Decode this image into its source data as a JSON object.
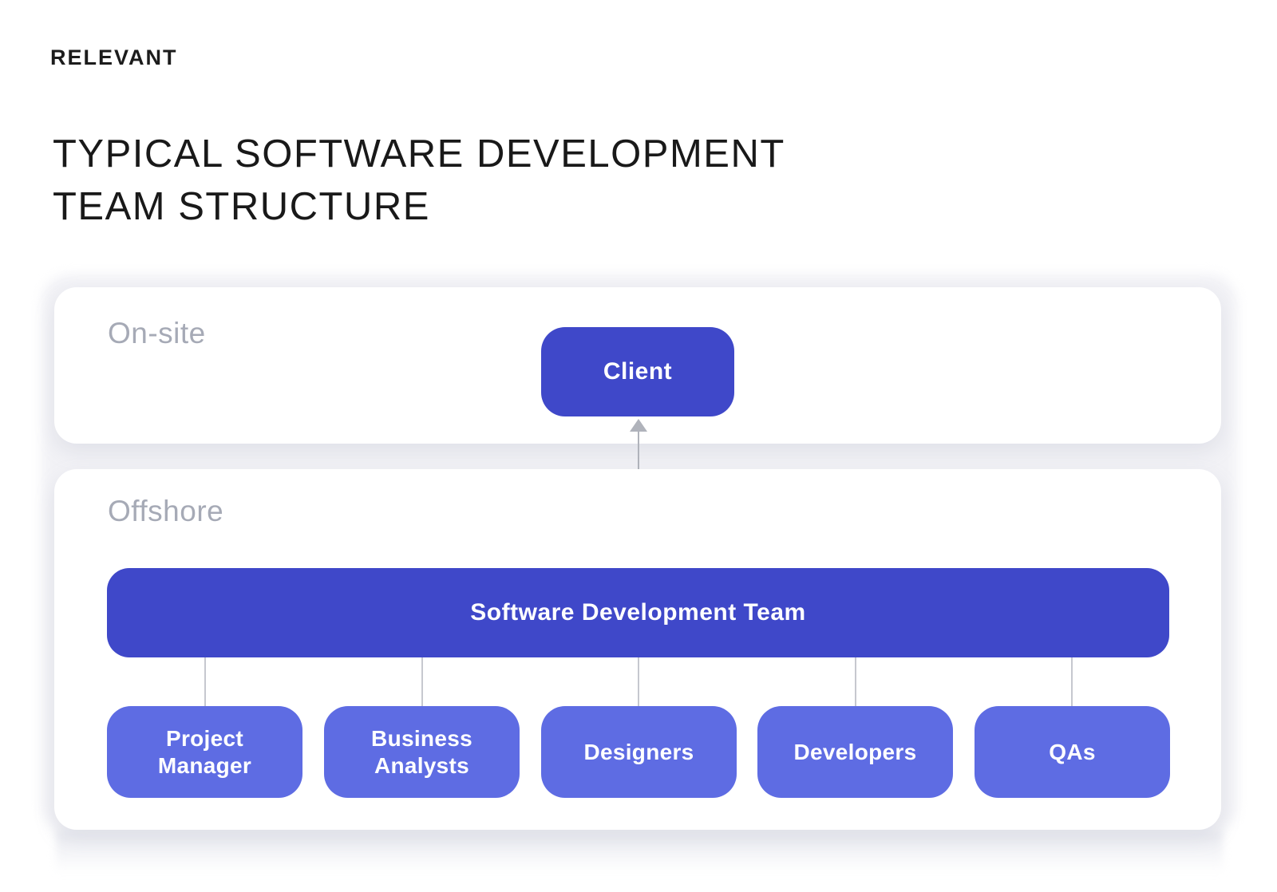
{
  "logo": {
    "text": "RELEVANT"
  },
  "title": {
    "line1": "TYPICAL SOFTWARE DEVELOPMENT",
    "line2": "TEAM STRUCTURE"
  },
  "panels": {
    "onsite": {
      "label": "On-site"
    },
    "offshore": {
      "label": "Offshore"
    }
  },
  "nodes": {
    "client": {
      "label": "Client"
    },
    "team": {
      "label": "Software Development Team"
    },
    "children": [
      {
        "label": "Project Manager"
      },
      {
        "label": "Business Analysts"
      },
      {
        "label": "Designers"
      },
      {
        "label": "Developers"
      },
      {
        "label": "QAs"
      }
    ]
  },
  "colors": {
    "primary_dark": "#3f48c9",
    "primary_light": "#5e6ce3",
    "label_gray": "#a6aab6",
    "connector_gray": "#c6c8cf",
    "arrow_gray": "#b0b3bb",
    "title_black": "#191919"
  }
}
